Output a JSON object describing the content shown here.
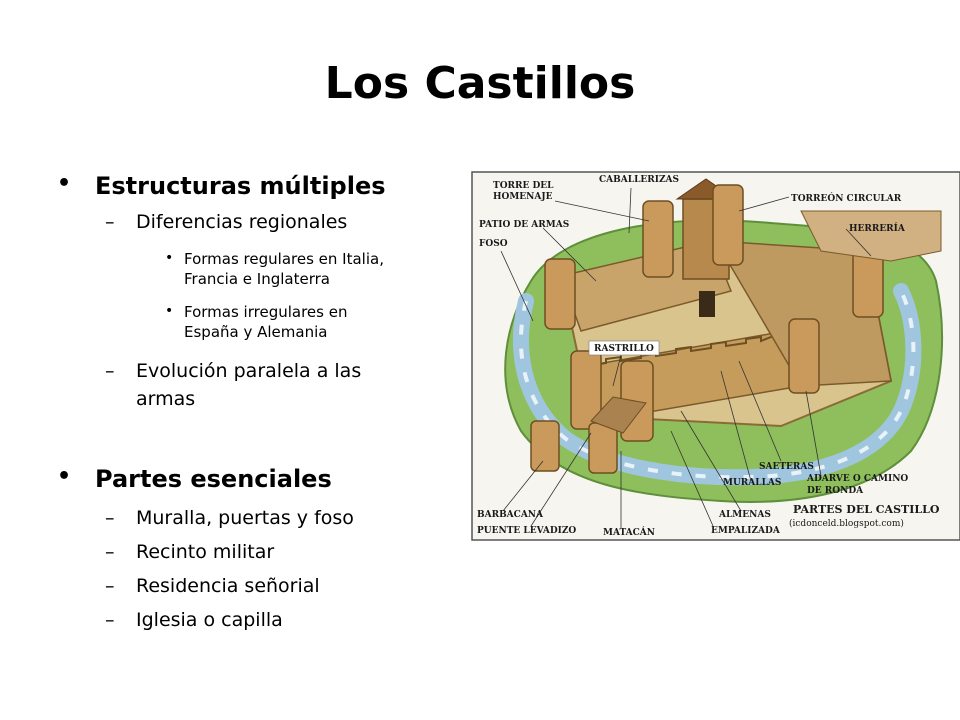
{
  "slide": {
    "title": "Los Castillos"
  },
  "outline": {
    "section1": {
      "heading": "Estructuras múltiples",
      "sub1": "Diferencias regionales",
      "sub1_bullet1_line1": "Formas regulares en Italia,",
      "sub1_bullet1_line2": "Francia e Inglaterra",
      "sub1_bullet2_line1": "Formas irregulares en",
      "sub1_bullet2_line2": "España y Alemania",
      "sub2_line1": "Evolución paralela a las",
      "sub2_line2": "armas"
    },
    "section2": {
      "heading": "Partes esenciales",
      "items": [
        "Muralla, puertas y foso",
        "Recinto militar",
        "Residencia señorial",
        "Iglesia o capilla"
      ]
    },
    "markers": {
      "level1": "•",
      "level2": "–",
      "level3": "•"
    }
  },
  "figure": {
    "labels": {
      "torre_homenaje_1": "TORRE DEL",
      "torre_homenaje_2": "HOMENAJE",
      "caballerizas": "CABALLERIZAS",
      "torreon_circular": "TORREÓN CIRCULAR",
      "patio_armas": "PATIO DE ARMAS",
      "foso": "FOSO",
      "herreria": "HERRERÍA",
      "rastrillo": "RASTRILLO",
      "saeteras": "SAETERAS",
      "murallas": "MURALLAS",
      "adarve_1": "ADARVE O CAMINO",
      "adarve_2": "DE RONDA",
      "barbacana": "BARBACANA",
      "almenas": "ALMENAS",
      "puente_levadizo": "PUENTE LEVADIZO",
      "matacan": "MATACÁN",
      "empalizada": "EMPALIZADA",
      "caption": "PARTES DEL CASTILLO",
      "credit": "(icdonceld.blogspot.com)"
    }
  }
}
